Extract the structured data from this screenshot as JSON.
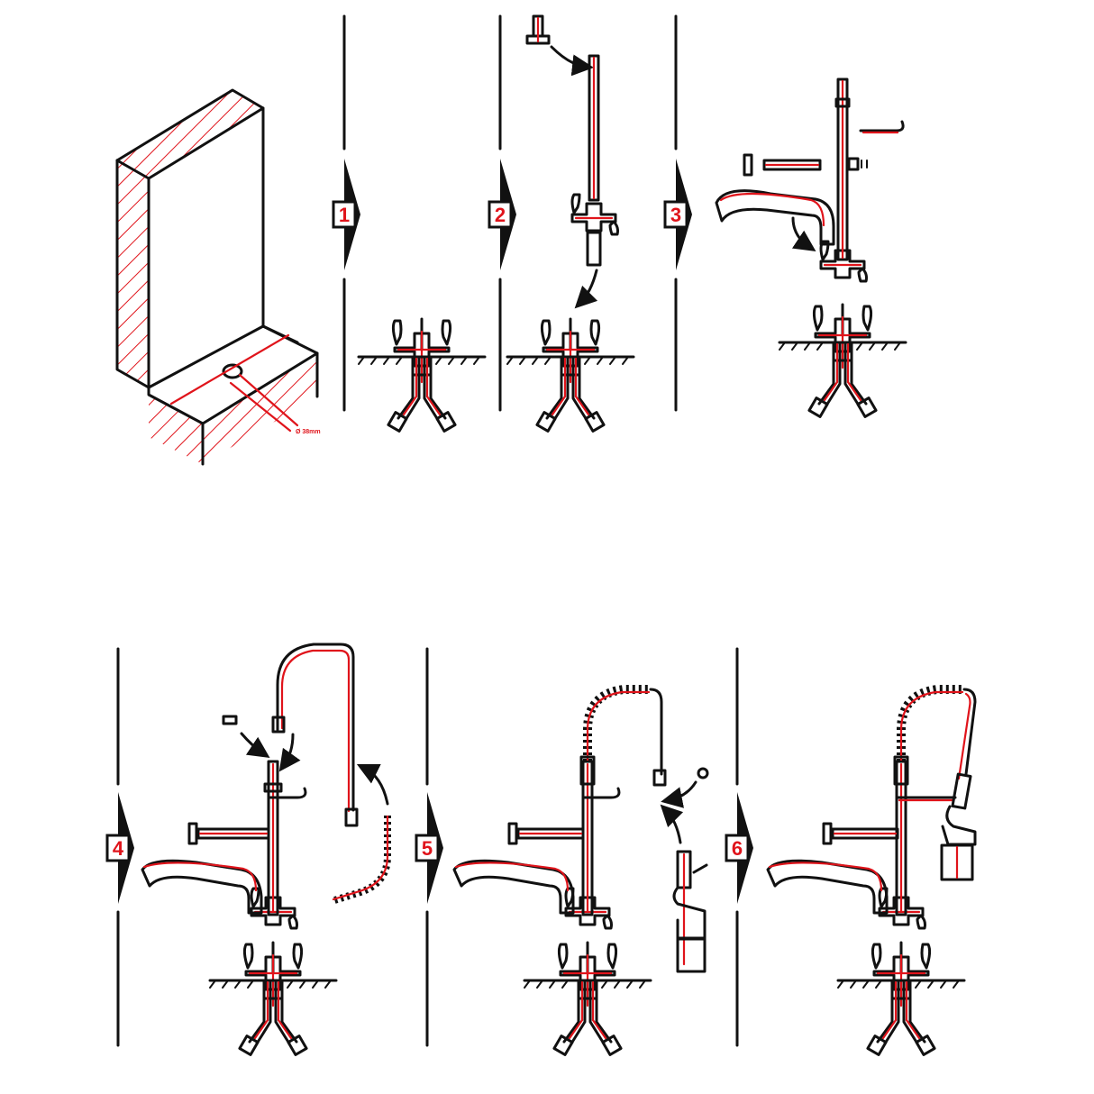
{
  "steps": [
    {
      "number": "1"
    },
    {
      "number": "2"
    },
    {
      "number": "3"
    },
    {
      "number": "4"
    },
    {
      "number": "5"
    },
    {
      "number": "6"
    }
  ],
  "wall_hole_label": "Ø 38mm",
  "colors": {
    "line": "#111111",
    "accent": "#e0141b",
    "background": "#ffffff"
  }
}
